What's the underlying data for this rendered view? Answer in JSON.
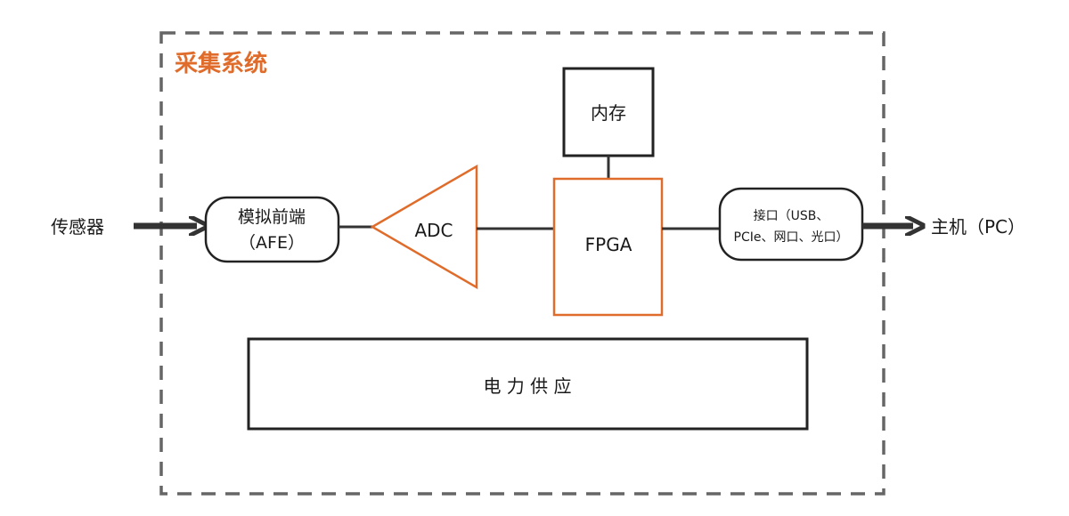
{
  "system": {
    "title": "采集系统"
  },
  "external": {
    "sensor": "传感器",
    "host": "主机（PC）"
  },
  "blocks": {
    "afe_line1": "模拟前端",
    "afe_line2": "（AFE）",
    "adc": "ADC",
    "memory": "内存",
    "fpga": "FPGA",
    "interface_line1": "接口（USB、",
    "interface_line2": "PCIe、网口、光口）",
    "power": "电 力 供 应"
  },
  "colors": {
    "accent": "#e06c2b",
    "stroke": "#333333",
    "frame": "#666666",
    "text": "#1a1a1a"
  }
}
